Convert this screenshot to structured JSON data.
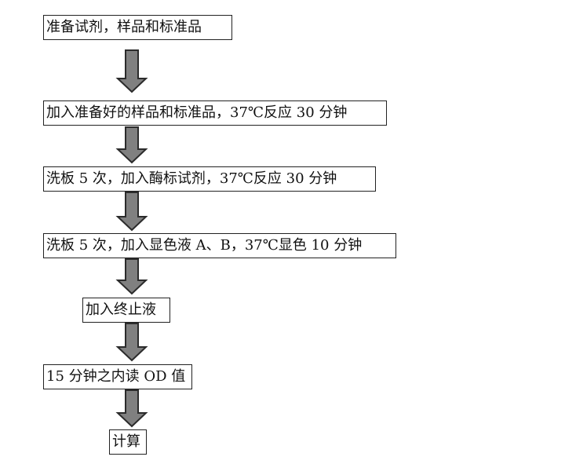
{
  "steps": [
    {
      "label": "准备试剂，样品和标准品"
    },
    {
      "label": "加入准备好的样品和标准品，37℃反应 30 分钟"
    },
    {
      "label": "洗板 5 次，加入酶标试剂，37℃反应 30 分钟"
    },
    {
      "label": "洗板 5 次，加入显色液 A、B，37℃显色 10 分钟"
    },
    {
      "label": "加入终止液"
    },
    {
      "label": "15 分钟之内读 OD 值"
    },
    {
      "label": "计算"
    }
  ],
  "colors": {
    "arrow_fill": "#808080",
    "arrow_stroke": "#2b2b2b",
    "box_border": "#222222"
  }
}
